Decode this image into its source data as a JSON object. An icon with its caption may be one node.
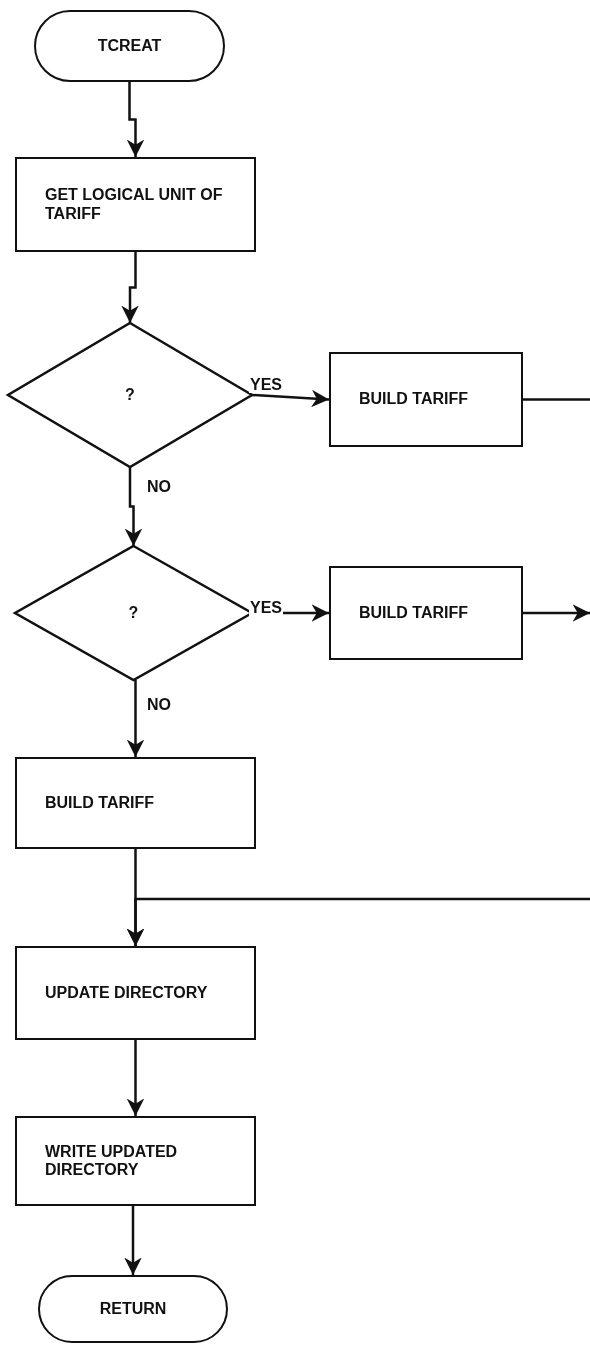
{
  "diagram": {
    "nodes": [
      {
        "text": [
          "TCREAT"
        ]
      },
      {
        "text": [
          "GET LOGICAL UNIT OF TARIFF"
        ]
      },
      {
        "text": [
          "?"
        ]
      },
      {
        "text": [
          "BUILD TARIFF"
        ]
      },
      {
        "text": [
          "?"
        ]
      },
      {
        "text": [
          "BUILD TARIFF"
        ]
      },
      {
        "text": [
          "BUILD TARIFF"
        ]
      },
      {
        "text": [
          "UPDATE DIRECTORY"
        ]
      },
      {
        "text": [
          "WRITE UPDATED DIRECTORY"
        ]
      },
      {
        "text": [
          "RETURN"
        ]
      }
    ],
    "edges": [
      {
        "from": 0,
        "to": 1,
        "arrow": "to"
      },
      {
        "from": 1,
        "to": 2,
        "arrow": "to"
      },
      {
        "from": 2,
        "to": 3,
        "arrow": "to",
        "label": "YES"
      },
      {
        "from": 3,
        "to": null,
        "arrow": "none"
      },
      {
        "from": 2,
        "to": 4,
        "arrow": "to",
        "label": "NO"
      },
      {
        "from": 4,
        "to": 5,
        "arrow": "to",
        "label": "YES"
      },
      {
        "from": 5,
        "to": null,
        "arrow": "to"
      },
      {
        "from": 4,
        "to": 6,
        "arrow": "to",
        "label": "NO"
      },
      {
        "from": 6,
        "to": 7,
        "arrow": "to"
      },
      {
        "from": null,
        "to": 7,
        "arrow": "to"
      },
      {
        "from": 7,
        "to": 8,
        "arrow": "to"
      },
      {
        "from": 8,
        "to": 9,
        "arrow": "to"
      }
    ]
  }
}
